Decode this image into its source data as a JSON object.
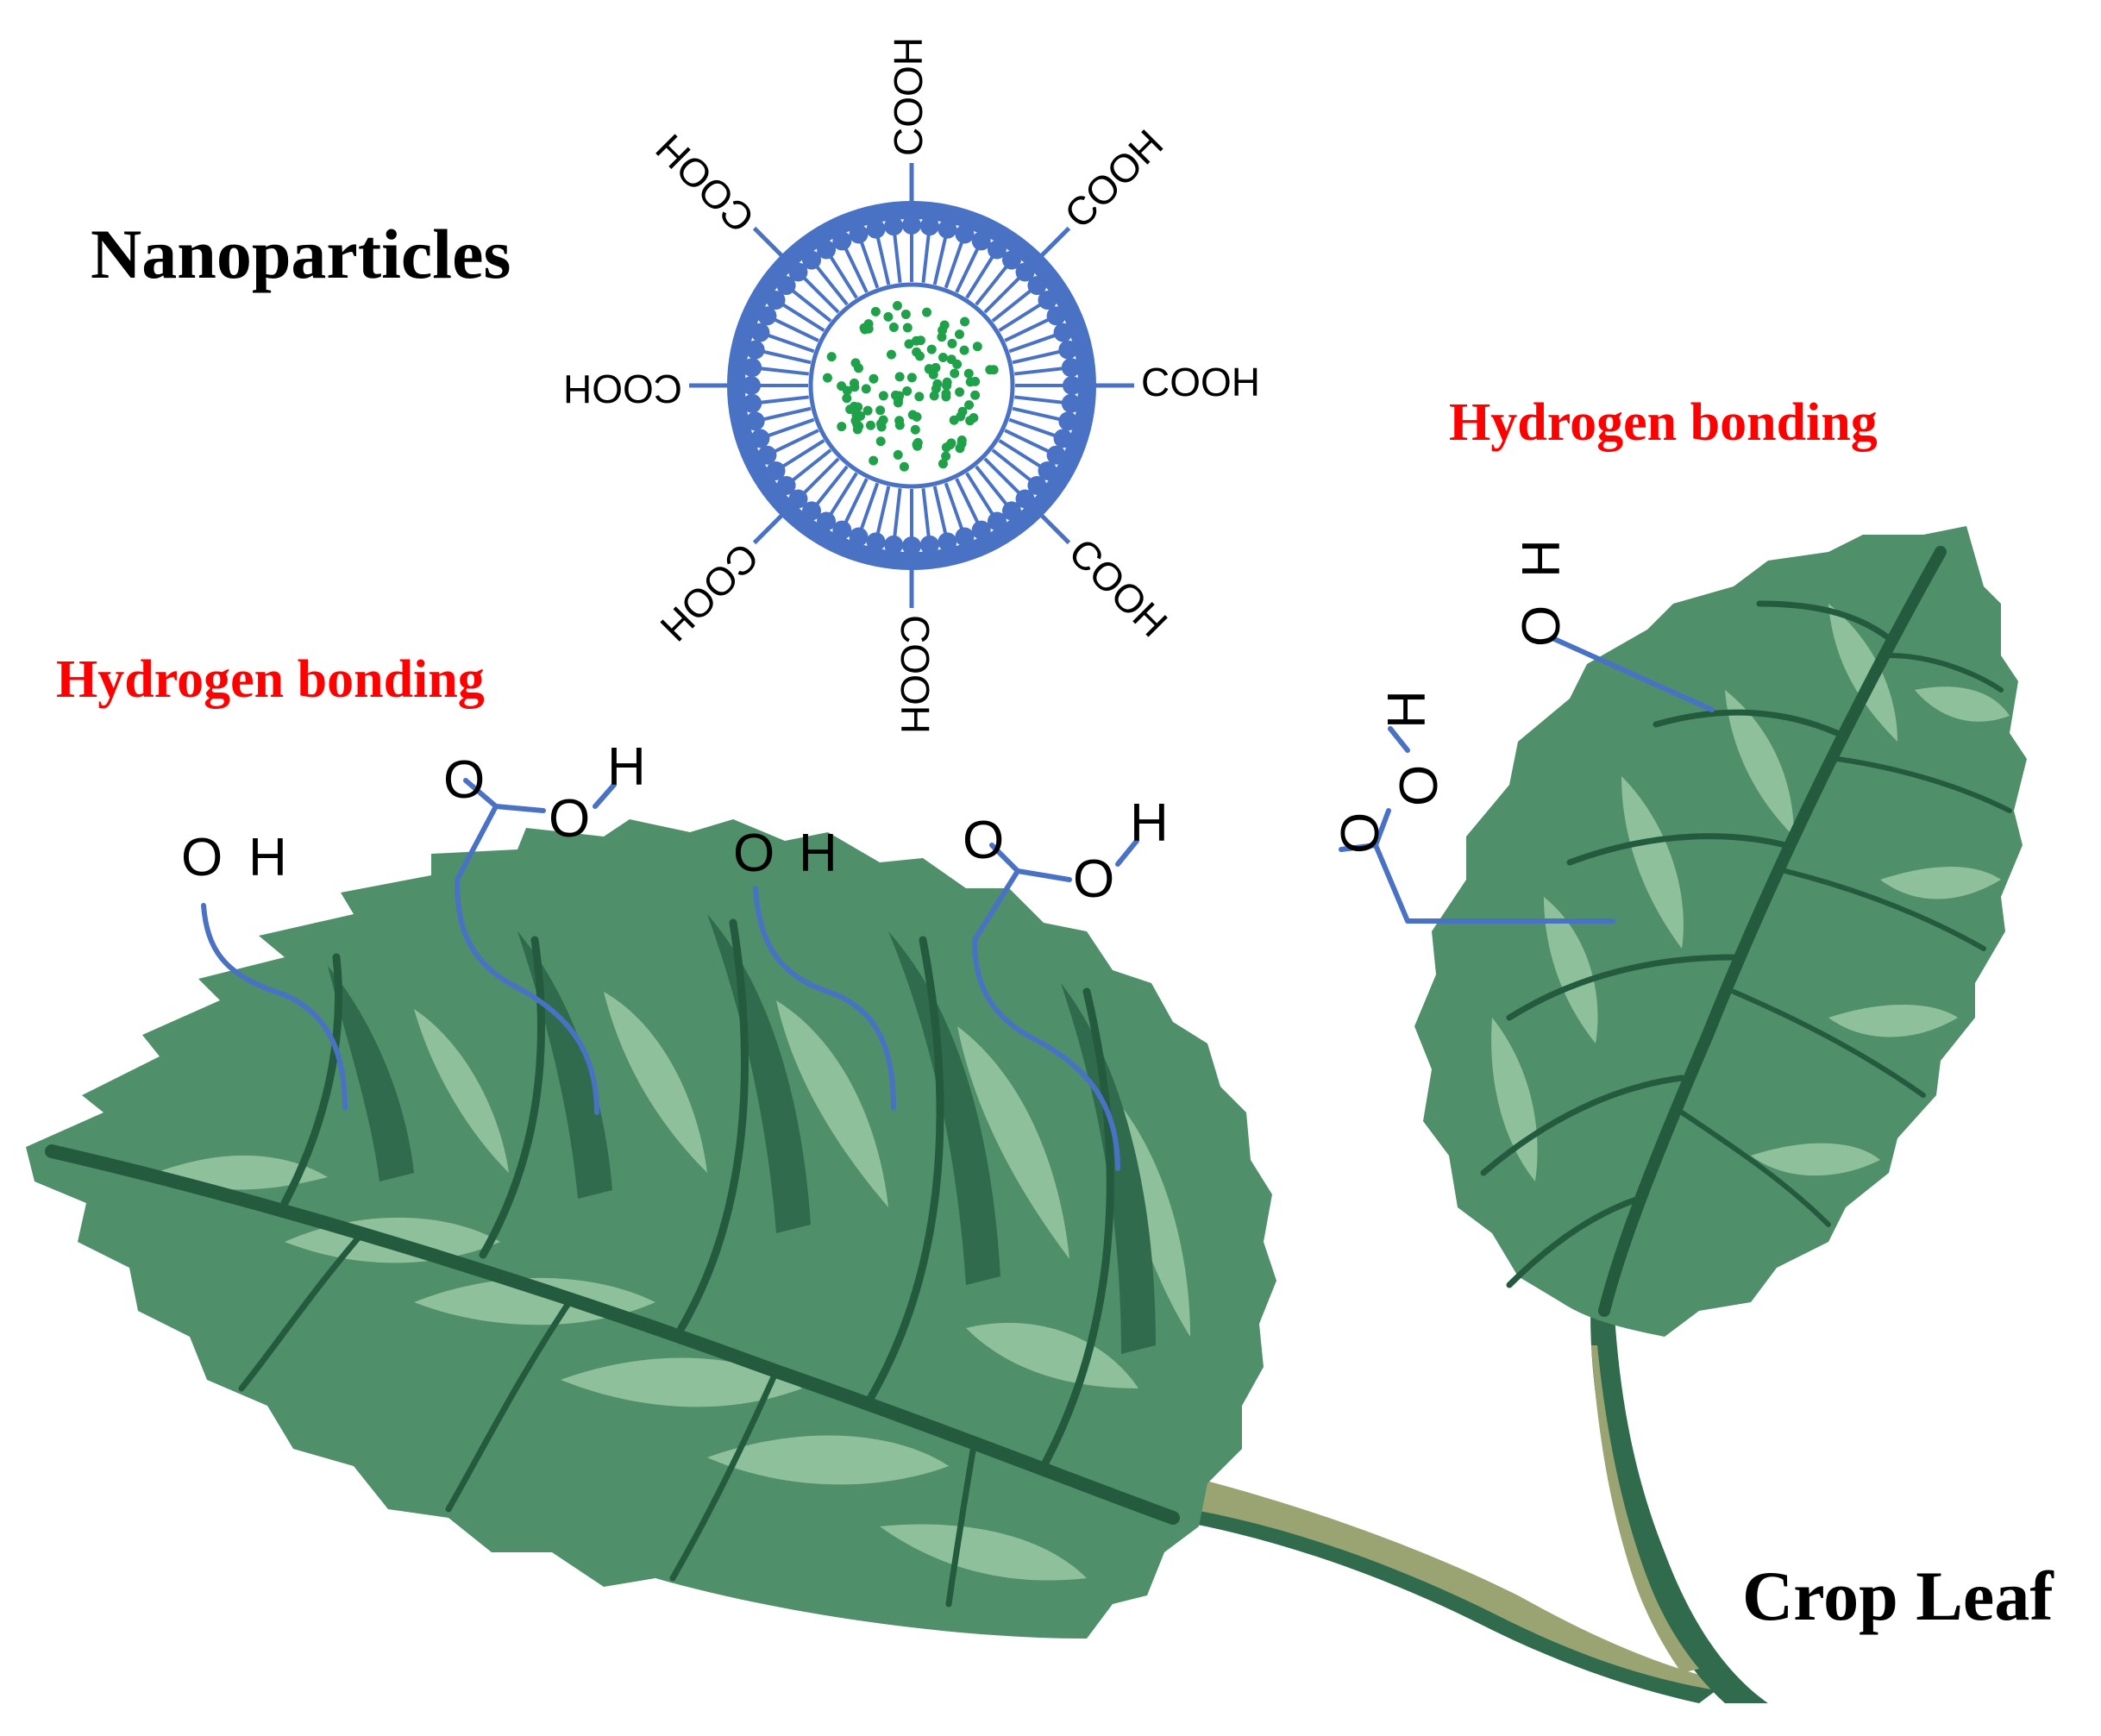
{
  "labels": {
    "nanoparticles": "Nanoparticles",
    "hydrogen_bonding_left": "Hydrogen bonding",
    "hydrogen_bonding_right": "Hydrogen bonding",
    "crop_leaf": "Crop Leaf"
  },
  "nanoparticle": {
    "group_label": "COOH",
    "group_count": 8,
    "core_dot_count": 110
  },
  "leaf_groups": {
    "hydroxyl_oxygen": "O",
    "hydroxyl_hydrogen": "H",
    "carboxyl_carbonyl_oxygen": "O",
    "carboxyl_hydroxyl_oxygen": "O",
    "carboxyl_hydrogen": "H"
  },
  "colors": {
    "bond_blue": "#4a72c4",
    "core_green": "#1fa14a",
    "label_red": "#ff0000",
    "leaf_dark": "#2f6b4c",
    "leaf_mid": "#4f8f6a",
    "leaf_light": "#8ec19b",
    "leaf_vein": "#245a3e",
    "stem": "#9aa472"
  }
}
